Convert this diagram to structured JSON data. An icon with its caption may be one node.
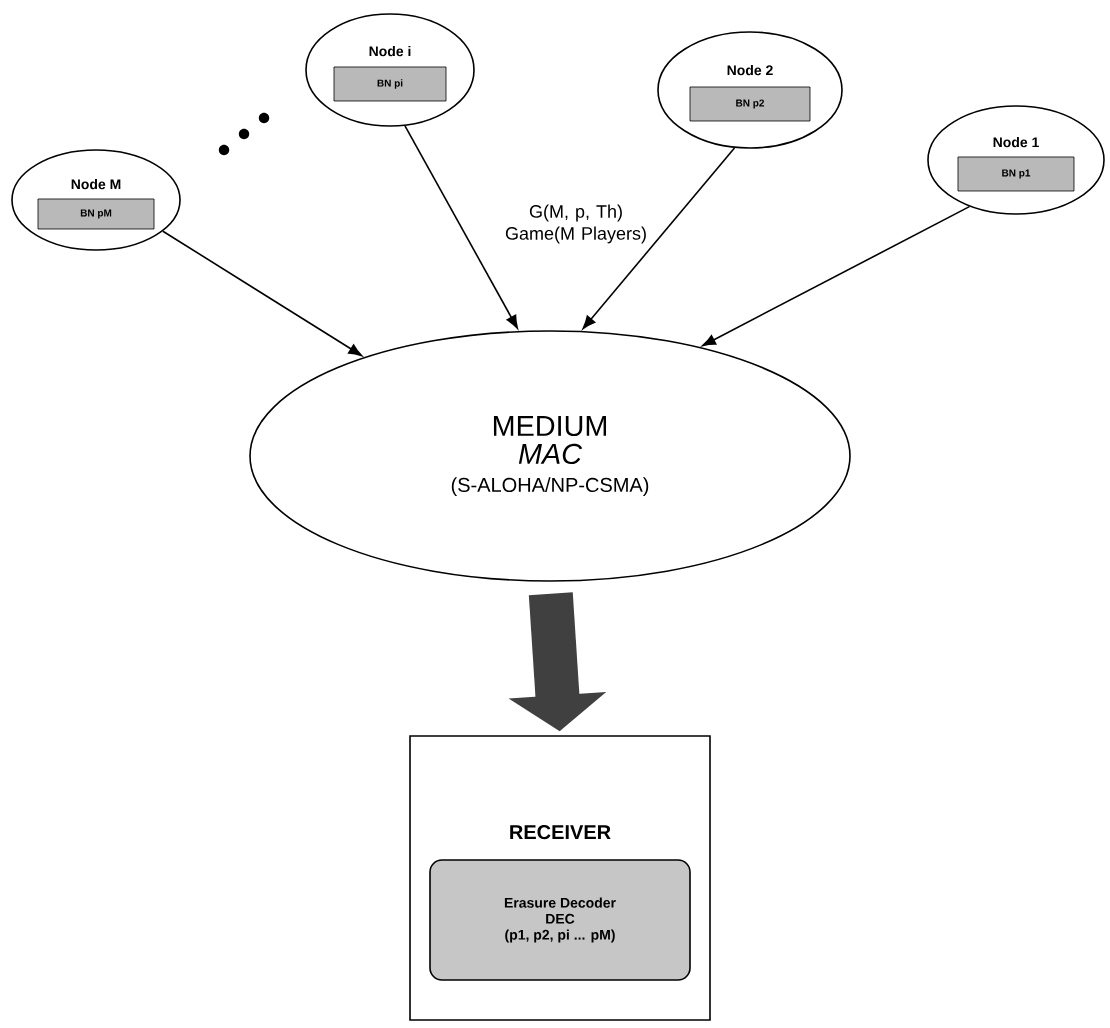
{
  "diagram": {
    "nodes": [
      {
        "text": [
          "Node M"
        ]
      },
      {
        "text": [
          "BN pM"
        ],
        "in": 0
      },
      {
        "text": [
          "Node i"
        ]
      },
      {
        "text": [
          "BN pi"
        ],
        "in": 2
      },
      {
        "text": [
          "Node 2"
        ]
      },
      {
        "text": [
          "BN p2"
        ],
        "in": 4
      },
      {
        "text": [
          "Node 1"
        ]
      },
      {
        "text": [
          "BN p1"
        ],
        "in": 6
      },
      {
        "text": [
          "MEDIUM",
          "MAC",
          "(S-ALOHA/NP-CSMA)"
        ]
      },
      {
        "text": [
          "RECEIVER"
        ]
      },
      {
        "text": [
          "Erasure Decoder",
          "DEC",
          "(p1, p2, pi ... pM)"
        ],
        "in": 9
      }
    ],
    "edges": [
      {
        "from": 0,
        "to": 8,
        "arrow": "to"
      },
      {
        "from": 2,
        "to": 8,
        "arrow": "to"
      },
      {
        "from": 4,
        "to": 8,
        "arrow": "to"
      },
      {
        "from": 6,
        "to": 8,
        "arrow": "to"
      },
      {
        "from": 8,
        "to": 9,
        "arrow": "to",
        "style": "thick",
        "color": "#404040"
      }
    ],
    "labels": [
      "G(M, p, Th) Game(M Players)"
    ]
  }
}
